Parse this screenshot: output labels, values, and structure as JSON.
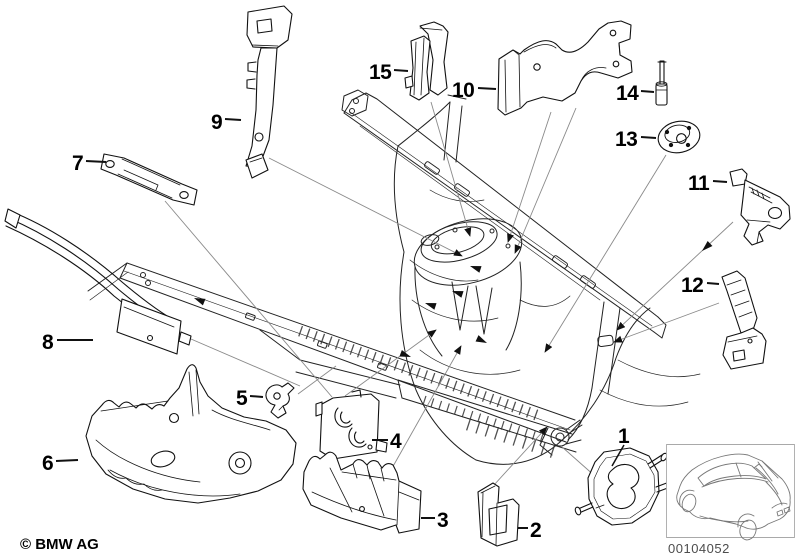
{
  "diagram": {
    "copyright": "© BMW AG",
    "image_number": "00104052",
    "callouts": [
      {
        "id": 1,
        "label": "1"
      },
      {
        "id": 2,
        "label": "2"
      },
      {
        "id": 3,
        "label": "3"
      },
      {
        "id": 4,
        "label": "4"
      },
      {
        "id": 5,
        "label": "5"
      },
      {
        "id": 6,
        "label": "6"
      },
      {
        "id": 7,
        "label": "7"
      },
      {
        "id": 8,
        "label": "8"
      },
      {
        "id": 9,
        "label": "9"
      },
      {
        "id": 10,
        "label": "10"
      },
      {
        "id": 11,
        "label": "11"
      },
      {
        "id": 12,
        "label": "12"
      },
      {
        "id": 13,
        "label": "13"
      },
      {
        "id": 14,
        "label": "14"
      },
      {
        "id": 15,
        "label": "15"
      }
    ],
    "icons": {
      "car_thumbnail": "bmw-sedan-outline"
    }
  }
}
